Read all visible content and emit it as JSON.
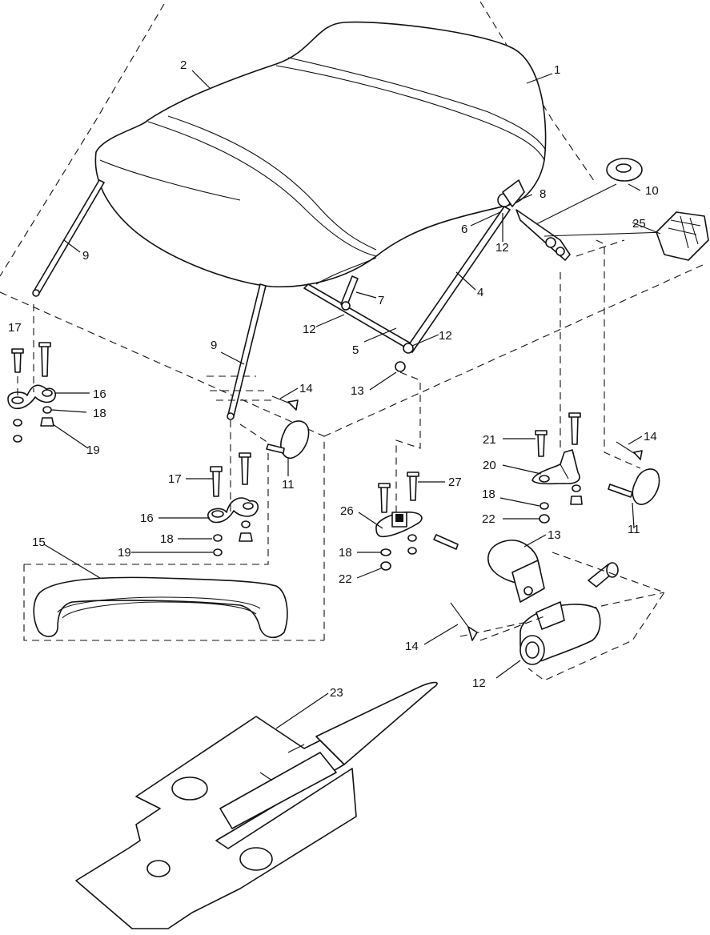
{
  "callouts": [
    {
      "key": "c1",
      "text": "1"
    },
    {
      "key": "c2",
      "text": "2"
    },
    {
      "key": "c4",
      "text": "4"
    },
    {
      "key": "c5",
      "text": "5"
    },
    {
      "key": "c6",
      "text": "6"
    },
    {
      "key": "c7",
      "text": "7"
    },
    {
      "key": "c8",
      "text": "8"
    },
    {
      "key": "c9a",
      "text": "9"
    },
    {
      "key": "c9b",
      "text": "9"
    },
    {
      "key": "c10",
      "text": "10"
    },
    {
      "key": "c11a",
      "text": "11"
    },
    {
      "key": "c11b",
      "text": "11"
    },
    {
      "key": "c12a",
      "text": "12"
    },
    {
      "key": "c12b",
      "text": "12"
    },
    {
      "key": "c12c",
      "text": "12"
    },
    {
      "key": "c12d",
      "text": "12"
    },
    {
      "key": "c13a",
      "text": "13"
    },
    {
      "key": "c13b",
      "text": "13"
    },
    {
      "key": "c14a",
      "text": "14"
    },
    {
      "key": "c14b",
      "text": "14"
    },
    {
      "key": "c14c",
      "text": "14"
    },
    {
      "key": "c15",
      "text": "15"
    },
    {
      "key": "c16a",
      "text": "16"
    },
    {
      "key": "c16b",
      "text": "16"
    },
    {
      "key": "c17a",
      "text": "17"
    },
    {
      "key": "c17b",
      "text": "17"
    },
    {
      "key": "c18a",
      "text": "18"
    },
    {
      "key": "c18b",
      "text": "18"
    },
    {
      "key": "c18c",
      "text": "18"
    },
    {
      "key": "c18d",
      "text": "18"
    },
    {
      "key": "c19a",
      "text": "19"
    },
    {
      "key": "c19b",
      "text": "19"
    },
    {
      "key": "c20",
      "text": "20"
    },
    {
      "key": "c21",
      "text": "21"
    },
    {
      "key": "c22a",
      "text": "22"
    },
    {
      "key": "c22b",
      "text": "22"
    },
    {
      "key": "c23",
      "text": "23"
    },
    {
      "key": "c25",
      "text": "25"
    },
    {
      "key": "c26",
      "text": "26"
    },
    {
      "key": "c27",
      "text": "27"
    }
  ]
}
